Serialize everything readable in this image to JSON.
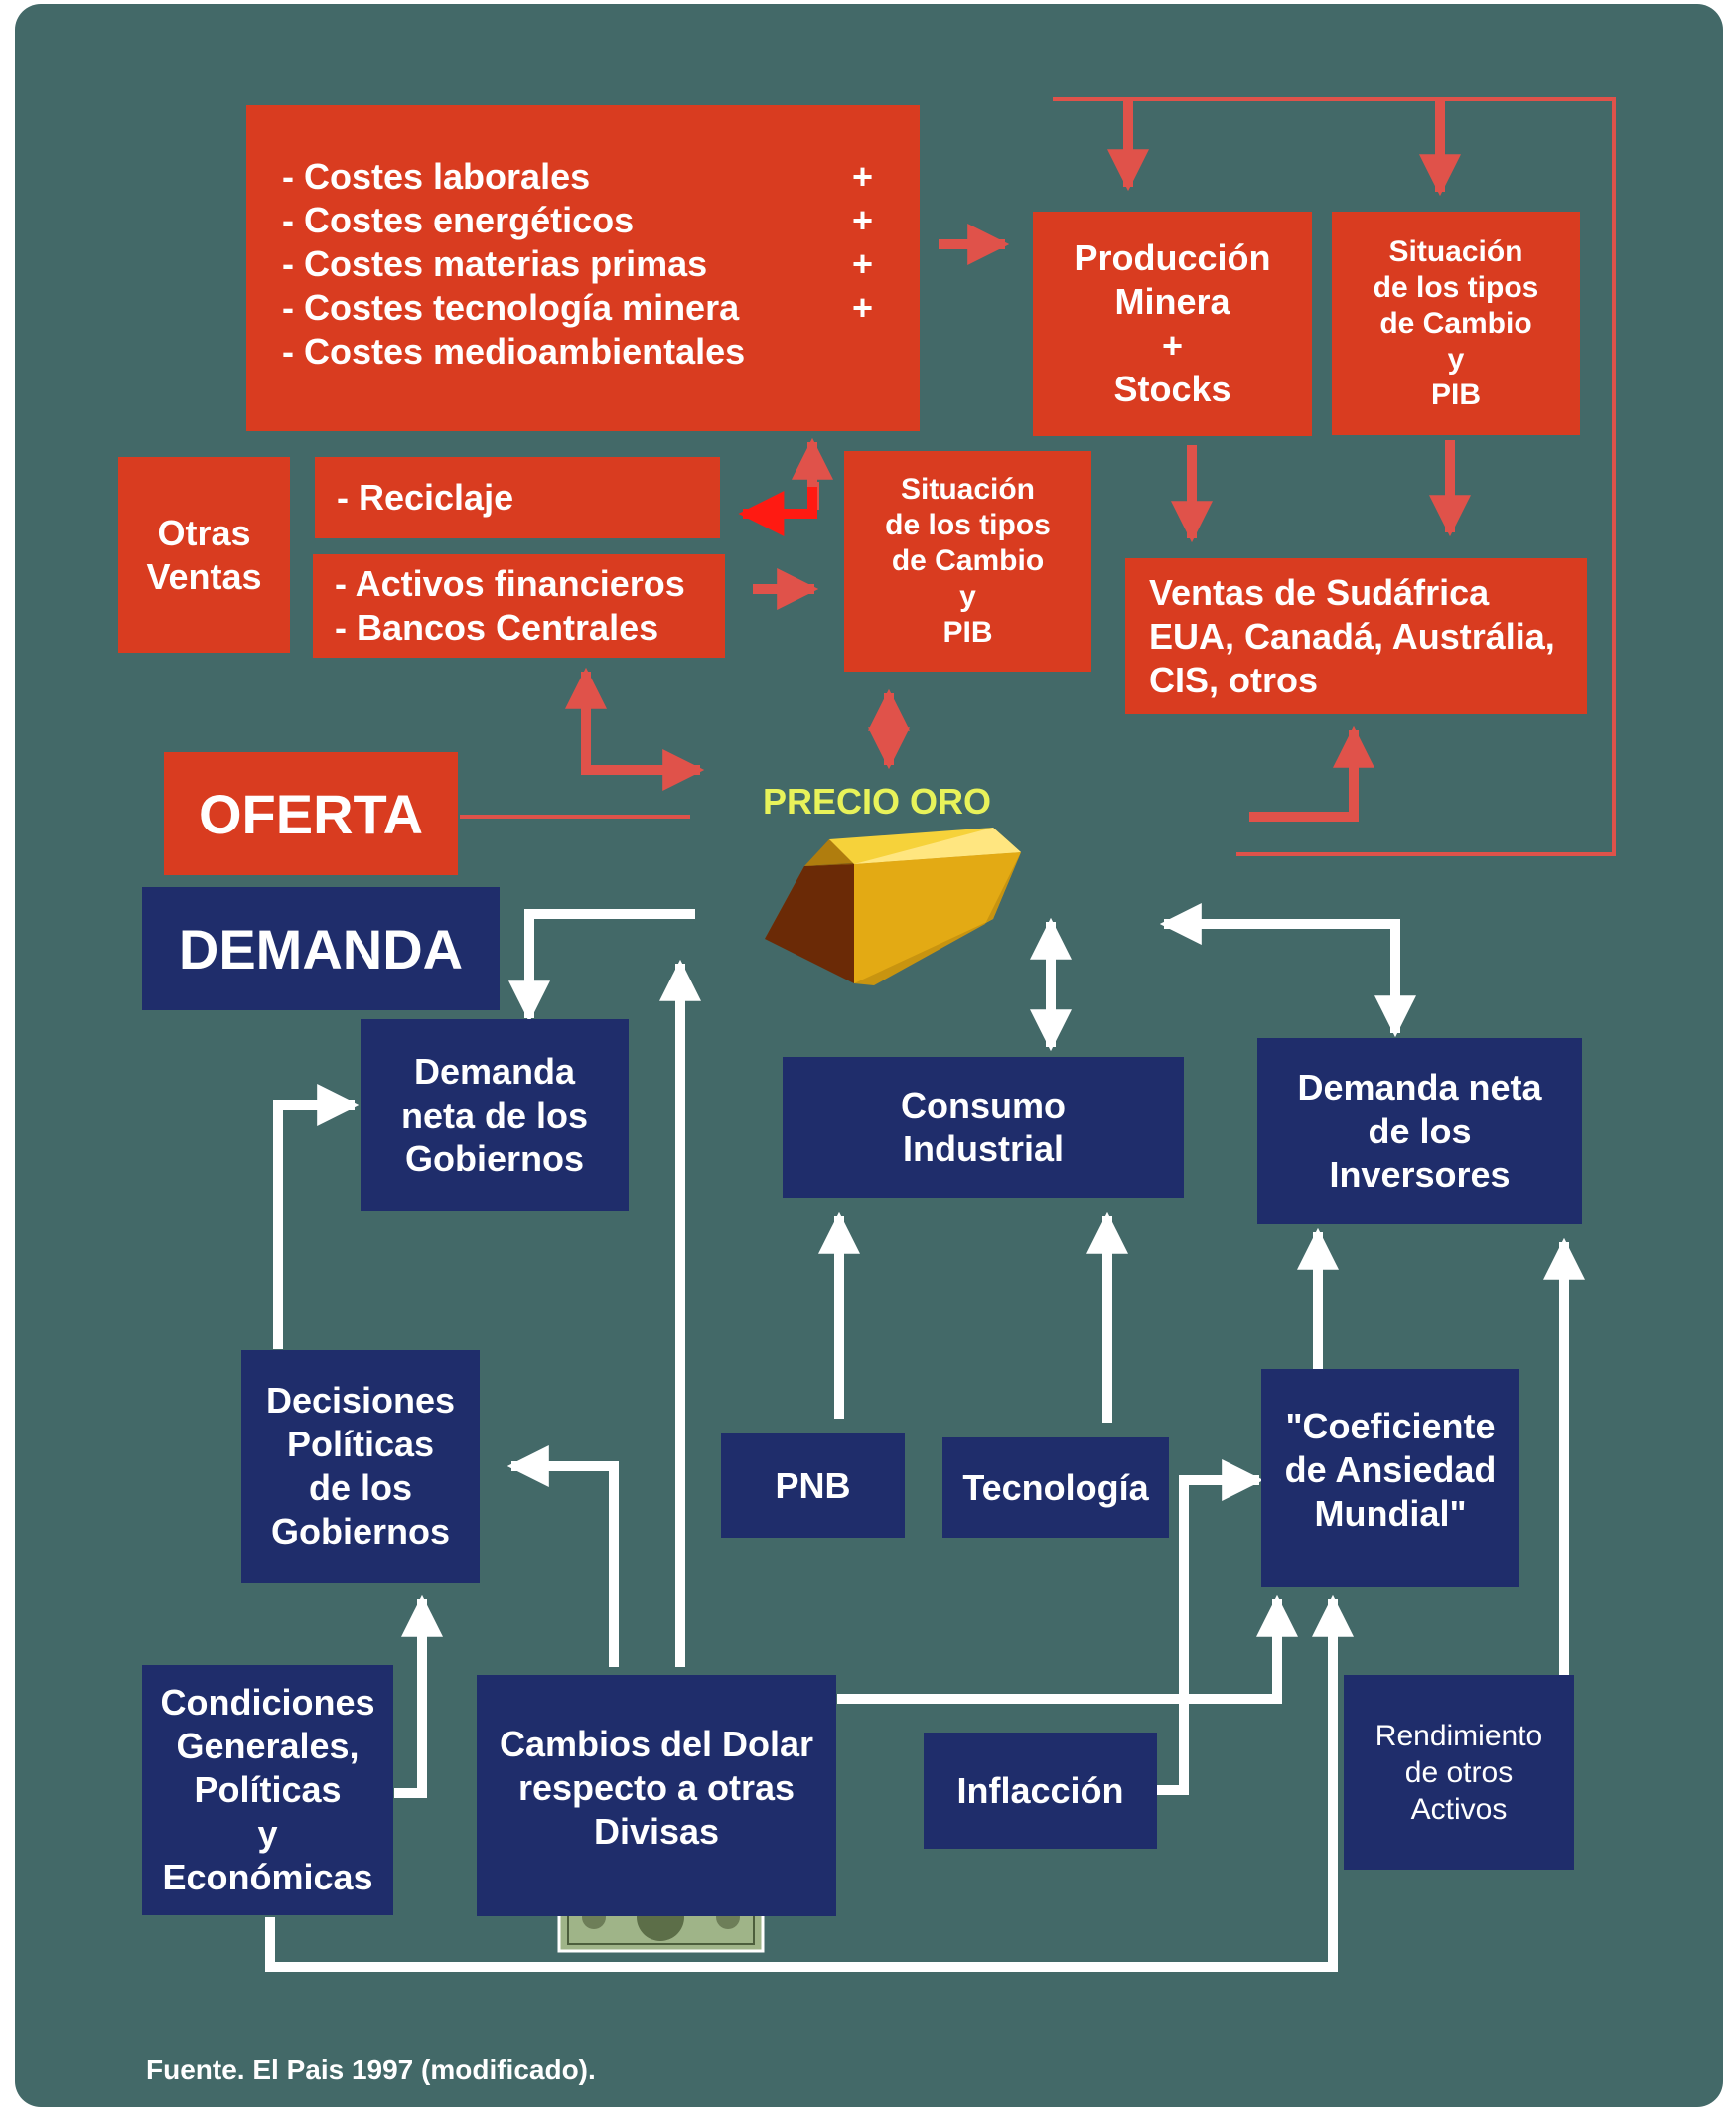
{
  "colors": {
    "background": "#436968",
    "supply": "#d93c20",
    "demand": "#1f2d6b",
    "supply_arrow": "#e0524a",
    "demand_arrow": "#ffffff",
    "price_label": "#e8f25a"
  },
  "costs": {
    "lines": [
      "- Costes laborales",
      "- Costes energéticos",
      "- Costes materias primas",
      "- Costes tecnología minera",
      "- Costes medioambientales"
    ],
    "plus": [
      "+",
      "+",
      "+",
      "+"
    ]
  },
  "produccion": [
    "Producción",
    "Minera",
    "+",
    "Stocks"
  ],
  "cambio_top": [
    "Situación",
    "de los tipos",
    "de Cambio",
    "y",
    "PIB"
  ],
  "otras_ventas": [
    "Otras",
    "Ventas"
  ],
  "reciclaje": "- Reciclaje",
  "activos": [
    "- Activos financieros",
    "- Bancos Centrales"
  ],
  "cambio_mid": [
    "Situación",
    "de los tipos",
    "de Cambio",
    "y",
    "PIB"
  ],
  "ventas": [
    "Ventas de Sudáfrica",
    "EUA, Canadá, Austrália,",
    "CIS, otros"
  ],
  "oferta": "OFERTA",
  "precio_oro": "PRECIO ORO",
  "demanda": "DEMANDA",
  "gobiernos": [
    "Demanda",
    "neta de los",
    "Gobiernos"
  ],
  "consumo": [
    "Consumo",
    "Industrial"
  ],
  "inversores": [
    "Demanda neta",
    "de los",
    "Inversores"
  ],
  "decisiones": [
    "Decisiones",
    "Políticas",
    "de los",
    "Gobiernos"
  ],
  "pnb": "PNB",
  "tecnologia": "Tecnología",
  "coeficiente": [
    "\"Coeficiente",
    "de Ansiedad",
    "Mundial\""
  ],
  "condiciones": [
    "Condiciones",
    "Generales,",
    "Políticas",
    "y",
    "Económicas"
  ],
  "dolar": [
    "Cambios del Dolar",
    "respecto a otras",
    "Divisas"
  ],
  "inflaccion": "Inflacción",
  "rendimiento": [
    "Rendimiento",
    "de otros",
    "Activos"
  ],
  "fuente": "Fuente. El Pais 1997 (modificado).",
  "icons": {
    "gold": "gold-bar-icon",
    "money": "dollar-bill-icon"
  }
}
